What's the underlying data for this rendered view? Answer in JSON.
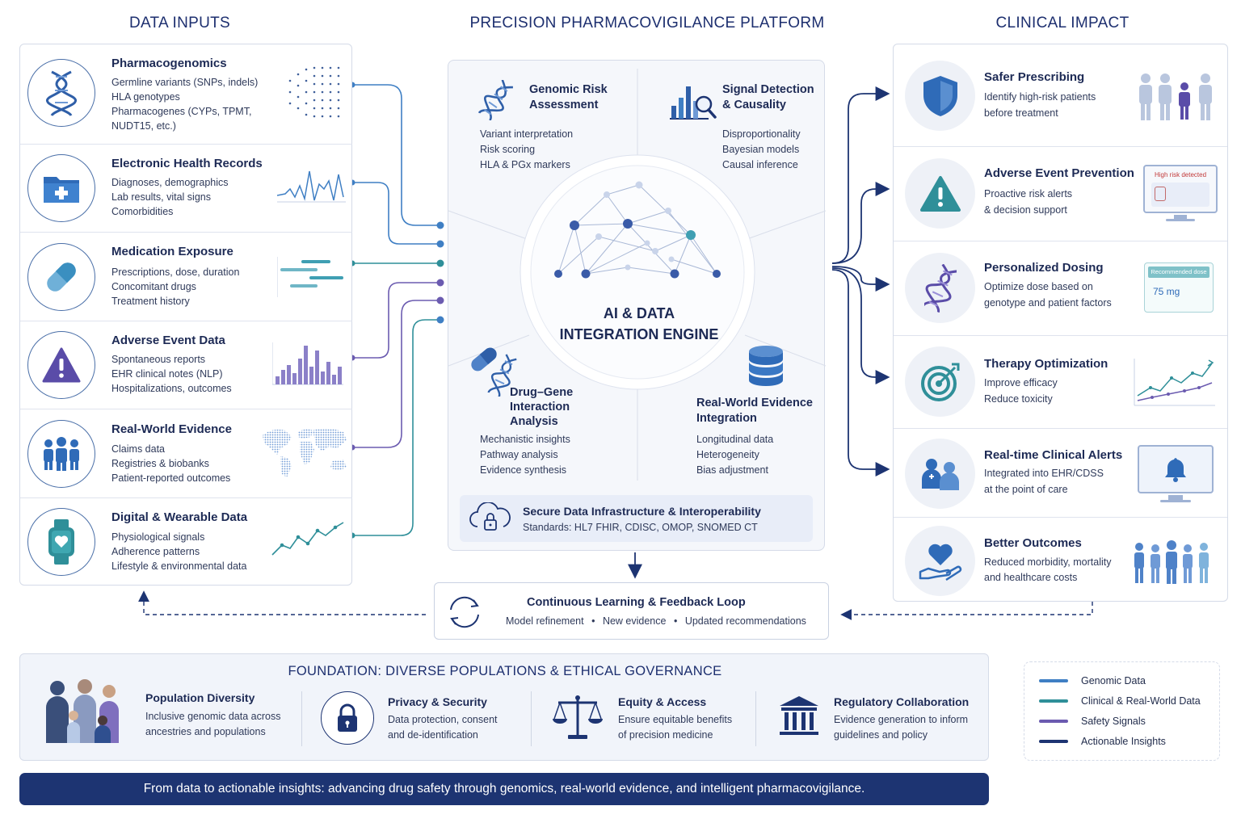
{
  "titles": {
    "inputs": "DATA INPUTS",
    "platform": "PRECISION PHARMACOVIGILANCE PLATFORM",
    "impact": "CLINICAL IMPACT"
  },
  "inputs": [
    {
      "title": "Pharmacogenomics",
      "lines": [
        "Germline variants (SNPs, indels)",
        "HLA genotypes",
        "Pharmacogenes (CYPs, TPMT,",
        "NUDT15, etc.)"
      ],
      "icon": "dna-icon"
    },
    {
      "title": "Electronic Health Records",
      "lines": [
        "Diagnoses, demographics",
        "Lab results, vital signs",
        "Comorbidities"
      ],
      "icon": "medical-folder-icon"
    },
    {
      "title": "Medication Exposure",
      "lines": [
        "Prescriptions, dose, duration",
        "Concomitant drugs",
        "Treatment history"
      ],
      "icon": "capsule-icon"
    },
    {
      "title": "Adverse Event Data",
      "lines": [
        "Spontaneous reports",
        "EHR clinical notes (NLP)",
        "Hospitalizations, outcomes"
      ],
      "icon": "warning-icon"
    },
    {
      "title": "Real-World Evidence",
      "lines": [
        "Claims data",
        "Registries & biobanks",
        "Patient-reported outcomes"
      ],
      "icon": "people-icon"
    },
    {
      "title": "Digital & Wearable Data",
      "lines": [
        "Physiological signals",
        "Adherence patterns",
        "Lifestyle & environmental data"
      ],
      "icon": "smartwatch-icon"
    }
  ],
  "platform": {
    "modules": [
      {
        "title": "Genomic Risk\nAssessment",
        "lines": [
          "Variant interpretation",
          "Risk scoring",
          "HLA & PGx markers"
        ],
        "icon": "dna-icon"
      },
      {
        "title": "Signal Detection\n& Causality",
        "lines": [
          "Disproportionality",
          "Bayesian models",
          "Causal inference"
        ],
        "icon": "chart-magnifier-icon"
      },
      {
        "title": "Drug–Gene\nInteraction\nAnalysis",
        "lines": [
          "Mechanistic insights",
          "Pathway analysis",
          "Evidence synthesis"
        ],
        "icon": "pill-dna-icon"
      },
      {
        "title": "Real-World Evidence\nIntegration",
        "lines": [
          "Longitudinal data",
          "Heterogeneity",
          "Bias adjustment"
        ],
        "icon": "database-icon"
      }
    ],
    "engine_title": "AI & DATA\nINTEGRATION ENGINE",
    "infra_title": "Secure Data Infrastructure & Interoperability",
    "infra_standards": "Standards: HL7 FHIR, CDISC, OMOP, SNOMED CT"
  },
  "loop": {
    "title": "Continuous Learning & Feedback Loop",
    "items": [
      "Model refinement",
      "New evidence",
      "Updated recommendations"
    ],
    "separator": "•"
  },
  "impact": [
    {
      "title": "Safer Prescribing",
      "lines": [
        "Identify high-risk patients",
        "before treatment"
      ],
      "icon": "shield-icon"
    },
    {
      "title": "Adverse Event Prevention",
      "lines": [
        "Proactive risk alerts",
        "& decision support"
      ],
      "icon": "warning-icon",
      "badge": "High risk detected"
    },
    {
      "title": "Personalized Dosing",
      "lines": [
        "Optimize dose based on",
        "genotype and patient factors"
      ],
      "icon": "dna-icon",
      "card_label": "Recommended dose",
      "card_value": "75 mg"
    },
    {
      "title": "Therapy Optimization",
      "lines": [
        "Improve efficacy",
        "Reduce toxicity"
      ],
      "icon": "target-icon"
    },
    {
      "title": "Real-time Clinical Alerts",
      "lines": [
        "Integrated into EHR/CDSS",
        "at the point of care"
      ],
      "icon": "clinicians-icon"
    },
    {
      "title": "Better Outcomes",
      "lines": [
        "Reduced morbidity, mortality",
        "and healthcare costs"
      ],
      "icon": "heart-hand-icon"
    }
  ],
  "foundation": {
    "title": "FOUNDATION: DIVERSE POPULATIONS & ETHICAL GOVERNANCE",
    "items": [
      {
        "title": "Population Diversity",
        "lines": [
          "Inclusive genomic data across",
          "ancestries and populations"
        ]
      },
      {
        "title": "Privacy & Security",
        "lines": [
          "Data protection, consent",
          "and de-identification"
        ]
      },
      {
        "title": "Equity & Access",
        "lines": [
          "Ensure equitable benefits",
          "of precision medicine"
        ]
      },
      {
        "title": "Regulatory Collaboration",
        "lines": [
          "Evidence generation to inform",
          "guidelines and policy"
        ]
      }
    ]
  },
  "legend": [
    {
      "label": "Genomic Data",
      "color": "#3f7fc4"
    },
    {
      "label": "Clinical & Real-World Data",
      "color": "#2f8f99"
    },
    {
      "label": "Safety Signals",
      "color": "#6b5bb0"
    },
    {
      "label": "Actionable Insights",
      "color": "#1d3472"
    }
  ],
  "banner": "From data to actionable insights: advancing drug safety through genomics, real-world evidence, and intelligent pharmacovigilance."
}
